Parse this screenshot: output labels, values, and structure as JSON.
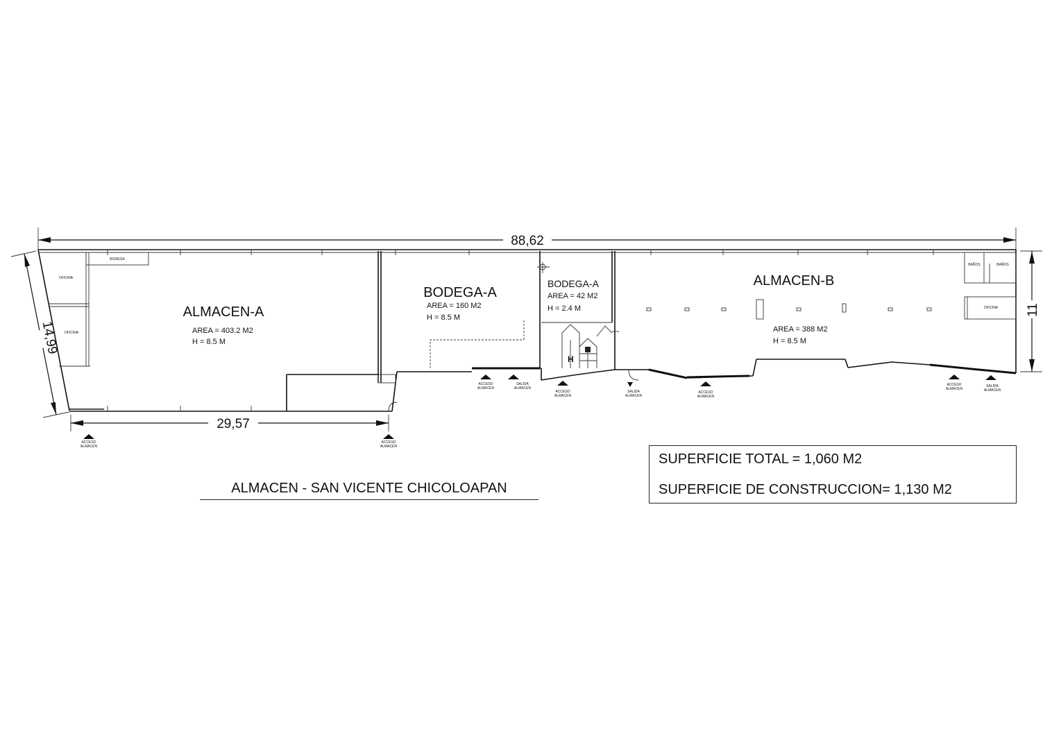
{
  "dimensions": {
    "total_length": "88,62",
    "left_depth": "14,99",
    "right_depth": "11",
    "front_segment": "29,57"
  },
  "rooms": {
    "almacen_a": {
      "name": "ALMACEN-A",
      "area": "AREA = 403.2 M2",
      "height": "H = 8.5 M"
    },
    "bodega_a_large": {
      "name": "BODEGA-A",
      "area": "AREA = 160 M2",
      "height": "H = 8.5 M"
    },
    "bodega_a_small": {
      "name": "BODEGA-A",
      "area": "AREA = 42 M2",
      "height": "H = 2.4 M"
    },
    "almacen_b": {
      "name": "ALMACEN-B",
      "area": "AREA = 388 M2",
      "height": "H = 8.5 M"
    }
  },
  "small_rooms": {
    "oficina_1": "OFICINA",
    "oficina_2": "OFICINA",
    "bodega_top": "BODEGA",
    "bano_1": "BAÑOS",
    "bano_2": "BAÑOS",
    "oficina_right": "OFICINA"
  },
  "access_labels": {
    "acceso": "ACCESO",
    "salida": "SALIDA",
    "almacen": "ALMACEN"
  },
  "plan_title": "ALMACEN - SAN VICENTE CHICOLOAPAN",
  "info": {
    "superficie_total": "SUPERFICIE TOTAL = 1,060 M2",
    "superficie_construccion": "SUPERFICIE DE CONSTRUCCION= 1,130 M2"
  }
}
